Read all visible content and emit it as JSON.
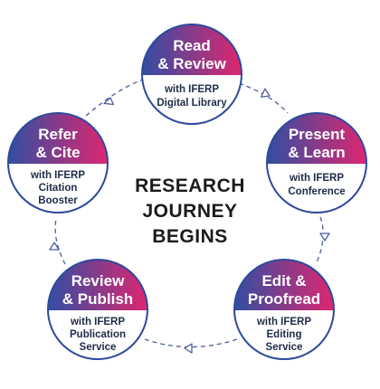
{
  "center": {
    "lines": [
      "RESEARCH",
      "JOURNEY",
      "BEGINS"
    ]
  },
  "colors": {
    "gradient_start": "#2f4fa3",
    "gradient_end": "#e0266f",
    "ring": "#2d4a9c",
    "connector": "#4a5f9e",
    "subtitle_text": "#1f2b47"
  },
  "nodes": [
    {
      "title": [
        "Read",
        "& Review"
      ],
      "subtitle": [
        "with IFERP",
        "Digital Library"
      ]
    },
    {
      "title": [
        "Present",
        "& Learn"
      ],
      "subtitle": [
        "with IFERP",
        "Conference"
      ]
    },
    {
      "title": [
        "Edit &",
        "Proofread"
      ],
      "subtitle": [
        "with IFERP",
        "Editing",
        "Service"
      ]
    },
    {
      "title": [
        "Review",
        "& Publish"
      ],
      "subtitle": [
        "with IFERP",
        "Publication",
        "Service"
      ]
    },
    {
      "title": [
        "Refer",
        "& Cite"
      ],
      "subtitle": [
        "with IFERP",
        "Citation",
        "Booster"
      ]
    }
  ]
}
